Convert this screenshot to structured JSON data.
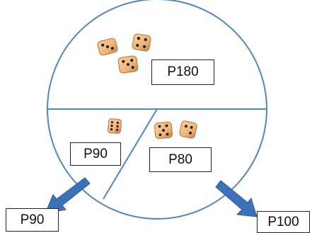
{
  "labels": {
    "top_region": "P180",
    "bottom_left_region": "P90",
    "bottom_right_region": "P80",
    "output_left": "P90",
    "output_right": "P100"
  },
  "dice": {
    "top_region_count": 3,
    "bottom_left_count": 1,
    "bottom_right_count": 2
  },
  "colors": {
    "circle_line": "#4f86c6",
    "arrow_fill": "#3b72b8",
    "die_face": "#efb577",
    "die_shade": "#c9824a",
    "pip": "#1a1a1a"
  }
}
